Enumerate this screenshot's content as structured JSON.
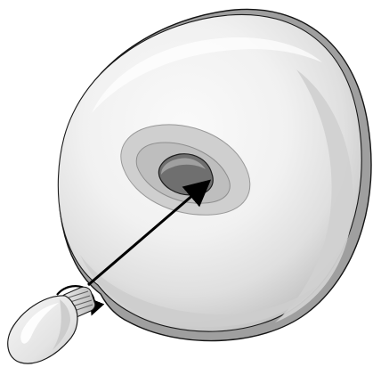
{
  "diagram": {
    "subject": "light-bulb-installation",
    "components": [
      "lamp-shade-globe",
      "bulb-socket",
      "light-bulb",
      "insertion-arrow",
      "rotation-arrow"
    ],
    "colors": {
      "background": "#ffffff",
      "globe_light": "#f2f2f2",
      "globe_mid": "#d9d9d9",
      "globe_dark": "#a9a9a9",
      "outline": "#1a1a1a",
      "arrow": "#000000"
    }
  }
}
